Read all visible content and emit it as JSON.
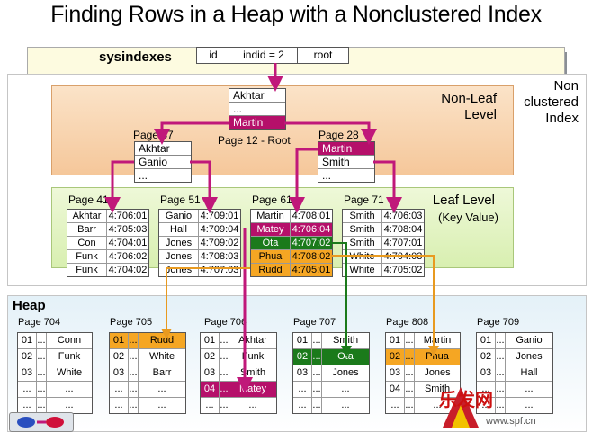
{
  "title": "Finding Rows in a Heap with a Nonclustered Index",
  "sysindexes": {
    "label": "sysindexes",
    "cols": [
      "id",
      "indid = 2",
      "root"
    ]
  },
  "index": {
    "label": "Non\nclustered\nIndex",
    "nonleaf_label": "Non-Leaf\nLevel",
    "leaf_label": "Leaf Level",
    "leaf_sub": "(Key Value)",
    "root_page": {
      "caption": "Page 12 - Root",
      "rows": [
        "Akhtar",
        "...",
        "Martin"
      ]
    },
    "nonleaf_pages": [
      {
        "caption": "Page 37",
        "rows": [
          "Akhtar",
          "Ganio",
          "..."
        ]
      },
      {
        "caption": "Page 28",
        "rows": [
          "Martin",
          "Smith",
          "..."
        ]
      }
    ],
    "leaf_pages": [
      {
        "caption": "Page 41",
        "rows": [
          [
            "Akhtar",
            "4:706:01"
          ],
          [
            "Barr",
            "4:705:03"
          ],
          [
            "Con",
            "4:704:01"
          ],
          [
            "Funk",
            "4:706:02"
          ],
          [
            "Funk",
            "4:704:02"
          ]
        ]
      },
      {
        "caption": "Page 51",
        "rows": [
          [
            "Ganio",
            "4:709:01"
          ],
          [
            "Hall",
            "4:709:04"
          ],
          [
            "Jones",
            "4:709:02"
          ],
          [
            "Jones",
            "4:708:03"
          ],
          [
            "Jones",
            "4:707:03"
          ]
        ]
      },
      {
        "caption": "Page 61",
        "rows": [
          [
            "Martin",
            "4:708:01"
          ],
          [
            "Matey",
            "4:706:04"
          ],
          [
            "Ota",
            "4:707:02"
          ],
          [
            "Phua",
            "4:708:02"
          ],
          [
            "Rudd",
            "4:705:01"
          ]
        ]
      },
      {
        "caption": "Page 71",
        "rows": [
          [
            "Smith",
            "4:706:03"
          ],
          [
            "Smith",
            "4:708:04"
          ],
          [
            "Smith",
            "4:707:01"
          ],
          [
            "White",
            "4:704:03"
          ],
          [
            "White",
            "4:705:02"
          ]
        ]
      }
    ]
  },
  "heap": {
    "label": "Heap",
    "pages": [
      {
        "caption": "Page 704",
        "rows": [
          [
            "01",
            "...",
            "Conn"
          ],
          [
            "02",
            "...",
            "Funk"
          ],
          [
            "03",
            "...",
            "White"
          ],
          [
            "...",
            "...",
            "..."
          ],
          [
            "...",
            "...",
            "..."
          ]
        ]
      },
      {
        "caption": "Page 705",
        "rows": [
          [
            "01",
            "...",
            "Rudd"
          ],
          [
            "02",
            "...",
            "White"
          ],
          [
            "03",
            "...",
            "Barr"
          ],
          [
            "...",
            "...",
            "..."
          ],
          [
            "...",
            "...",
            "..."
          ]
        ]
      },
      {
        "caption": "Page 706",
        "rows": [
          [
            "01",
            "...",
            "Akhtar"
          ],
          [
            "02",
            "...",
            "Funk"
          ],
          [
            "03",
            "...",
            "Smith"
          ],
          [
            "04",
            "...",
            "Matey"
          ],
          [
            "...",
            "...",
            "..."
          ]
        ]
      },
      {
        "caption": "Page 707",
        "rows": [
          [
            "01",
            "...",
            "Smith"
          ],
          [
            "02",
            "...",
            "Ota"
          ],
          [
            "03",
            "...",
            "Jones"
          ],
          [
            "...",
            "...",
            "..."
          ],
          [
            "...",
            "...",
            "..."
          ]
        ]
      },
      {
        "caption": "Page 808",
        "rows": [
          [
            "01",
            "...",
            "Martin"
          ],
          [
            "02",
            "...",
            "Phua"
          ],
          [
            "03",
            "...",
            "Jones"
          ],
          [
            "04",
            "...",
            "Smith"
          ],
          [
            "...",
            "...",
            "..."
          ]
        ]
      },
      {
        "caption": "Page 709",
        "rows": [
          [
            "01",
            "...",
            "Ganio"
          ],
          [
            "02",
            "...",
            "Jones"
          ],
          [
            "03",
            "...",
            "Hall"
          ],
          [
            "...",
            "...",
            "..."
          ],
          [
            "...",
            "...",
            "..."
          ]
        ]
      }
    ]
  },
  "colors": {
    "magenta": "#b5106a",
    "green": "#1b7a1b",
    "orange": "#f5a623"
  },
  "watermark": {
    "text": "乐发网",
    "url": "www.spf.cn"
  },
  "nav_icon": "slide-nav-icon"
}
